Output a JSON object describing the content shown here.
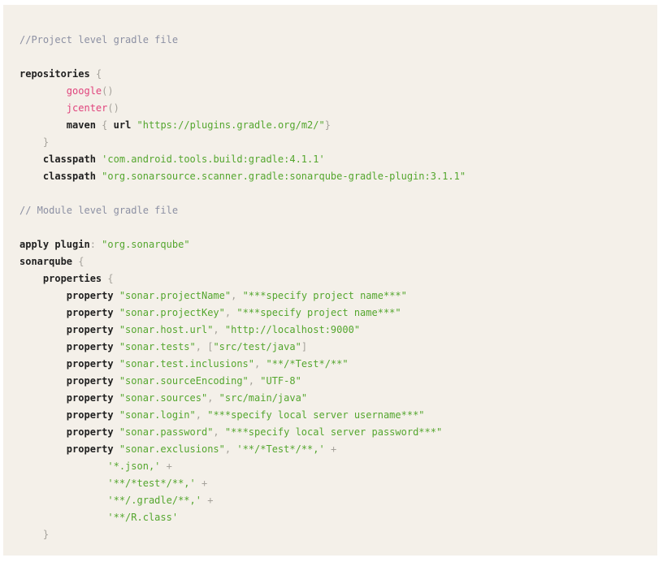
{
  "code_block": {
    "page_background": "#ffffff",
    "background": "#f4f0e9",
    "colors": {
      "plain": "#2b2b2b",
      "keyword": "#1f1f1f",
      "string": "#54a62e",
      "function": "#e0437c",
      "punct": "#a5a29b",
      "comment": "#8c90a3"
    },
    "lines": [
      [
        {
          "c": "comment",
          "t": "//Project level gradle file"
        }
      ],
      [],
      [
        {
          "c": "keyword",
          "t": "repositories"
        },
        {
          "c": "plain",
          "t": " "
        },
        {
          "c": "punct",
          "t": "{"
        }
      ],
      [
        {
          "c": "plain",
          "t": "        "
        },
        {
          "c": "function",
          "t": "google"
        },
        {
          "c": "punct",
          "t": "()"
        }
      ],
      [
        {
          "c": "plain",
          "t": "        "
        },
        {
          "c": "function",
          "t": "jcenter"
        },
        {
          "c": "punct",
          "t": "()"
        }
      ],
      [
        {
          "c": "plain",
          "t": "        "
        },
        {
          "c": "keyword",
          "t": "maven"
        },
        {
          "c": "plain",
          "t": " "
        },
        {
          "c": "punct",
          "t": "{"
        },
        {
          "c": "plain",
          "t": " "
        },
        {
          "c": "keyword",
          "t": "url"
        },
        {
          "c": "plain",
          "t": " "
        },
        {
          "c": "string",
          "t": "\"https://plugins.gradle.org/m2/\""
        },
        {
          "c": "punct",
          "t": "}"
        }
      ],
      [
        {
          "c": "plain",
          "t": "    "
        },
        {
          "c": "punct",
          "t": "}"
        }
      ],
      [
        {
          "c": "plain",
          "t": "    "
        },
        {
          "c": "keyword",
          "t": "classpath"
        },
        {
          "c": "plain",
          "t": " "
        },
        {
          "c": "string",
          "t": "'com.android.tools.build:gradle:4.1.1'"
        }
      ],
      [
        {
          "c": "plain",
          "t": "    "
        },
        {
          "c": "keyword",
          "t": "classpath"
        },
        {
          "c": "plain",
          "t": " "
        },
        {
          "c": "string",
          "t": "\"org.sonarsource.scanner.gradle:sonarqube-gradle-plugin:3.1.1\""
        }
      ],
      [],
      [
        {
          "c": "comment",
          "t": "// Module level gradle file"
        }
      ],
      [],
      [
        {
          "c": "keyword",
          "t": "apply plugin"
        },
        {
          "c": "punct",
          "t": ":"
        },
        {
          "c": "plain",
          "t": " "
        },
        {
          "c": "string",
          "t": "\"org.sonarqube\""
        }
      ],
      [
        {
          "c": "keyword",
          "t": "sonarqube"
        },
        {
          "c": "plain",
          "t": " "
        },
        {
          "c": "punct",
          "t": "{"
        }
      ],
      [
        {
          "c": "plain",
          "t": "    "
        },
        {
          "c": "keyword",
          "t": "properties"
        },
        {
          "c": "plain",
          "t": " "
        },
        {
          "c": "punct",
          "t": "{"
        }
      ],
      [
        {
          "c": "plain",
          "t": "        "
        },
        {
          "c": "keyword",
          "t": "property"
        },
        {
          "c": "plain",
          "t": " "
        },
        {
          "c": "string",
          "t": "\"sonar.projectName\""
        },
        {
          "c": "punct",
          "t": ","
        },
        {
          "c": "plain",
          "t": " "
        },
        {
          "c": "string",
          "t": "\"***specify project name***\""
        }
      ],
      [
        {
          "c": "plain",
          "t": "        "
        },
        {
          "c": "keyword",
          "t": "property"
        },
        {
          "c": "plain",
          "t": " "
        },
        {
          "c": "string",
          "t": "\"sonar.projectKey\""
        },
        {
          "c": "punct",
          "t": ","
        },
        {
          "c": "plain",
          "t": " "
        },
        {
          "c": "string",
          "t": "\"***specify project name***\""
        }
      ],
      [
        {
          "c": "plain",
          "t": "        "
        },
        {
          "c": "keyword",
          "t": "property"
        },
        {
          "c": "plain",
          "t": " "
        },
        {
          "c": "string",
          "t": "\"sonar.host.url\""
        },
        {
          "c": "punct",
          "t": ","
        },
        {
          "c": "plain",
          "t": " "
        },
        {
          "c": "string",
          "t": "\"http://localhost:9000\""
        }
      ],
      [
        {
          "c": "plain",
          "t": "        "
        },
        {
          "c": "keyword",
          "t": "property"
        },
        {
          "c": "plain",
          "t": " "
        },
        {
          "c": "string",
          "t": "\"sonar.tests\""
        },
        {
          "c": "punct",
          "t": ","
        },
        {
          "c": "plain",
          "t": " "
        },
        {
          "c": "punct",
          "t": "["
        },
        {
          "c": "string",
          "t": "\"src/test/java\""
        },
        {
          "c": "punct",
          "t": "]"
        }
      ],
      [
        {
          "c": "plain",
          "t": "        "
        },
        {
          "c": "keyword",
          "t": "property"
        },
        {
          "c": "plain",
          "t": " "
        },
        {
          "c": "string",
          "t": "\"sonar.test.inclusions\""
        },
        {
          "c": "punct",
          "t": ","
        },
        {
          "c": "plain",
          "t": " "
        },
        {
          "c": "string",
          "t": "\"**/*Test*/**\""
        }
      ],
      [
        {
          "c": "plain",
          "t": "        "
        },
        {
          "c": "keyword",
          "t": "property"
        },
        {
          "c": "plain",
          "t": " "
        },
        {
          "c": "string",
          "t": "\"sonar.sourceEncoding\""
        },
        {
          "c": "punct",
          "t": ","
        },
        {
          "c": "plain",
          "t": " "
        },
        {
          "c": "string",
          "t": "\"UTF-8\""
        }
      ],
      [
        {
          "c": "plain",
          "t": "        "
        },
        {
          "c": "keyword",
          "t": "property"
        },
        {
          "c": "plain",
          "t": " "
        },
        {
          "c": "string",
          "t": "\"sonar.sources\""
        },
        {
          "c": "punct",
          "t": ","
        },
        {
          "c": "plain",
          "t": " "
        },
        {
          "c": "string",
          "t": "\"src/main/java\""
        }
      ],
      [
        {
          "c": "plain",
          "t": "        "
        },
        {
          "c": "keyword",
          "t": "property"
        },
        {
          "c": "plain",
          "t": " "
        },
        {
          "c": "string",
          "t": "\"sonar.login\""
        },
        {
          "c": "punct",
          "t": ","
        },
        {
          "c": "plain",
          "t": " "
        },
        {
          "c": "string",
          "t": "\"***specify local server username***\""
        }
      ],
      [
        {
          "c": "plain",
          "t": "        "
        },
        {
          "c": "keyword",
          "t": "property"
        },
        {
          "c": "plain",
          "t": " "
        },
        {
          "c": "string",
          "t": "\"sonar.password\""
        },
        {
          "c": "punct",
          "t": ","
        },
        {
          "c": "plain",
          "t": " "
        },
        {
          "c": "string",
          "t": "\"***specify local server password***\""
        }
      ],
      [
        {
          "c": "plain",
          "t": "        "
        },
        {
          "c": "keyword",
          "t": "property"
        },
        {
          "c": "plain",
          "t": " "
        },
        {
          "c": "string",
          "t": "\"sonar.exclusions\""
        },
        {
          "c": "punct",
          "t": ","
        },
        {
          "c": "plain",
          "t": " "
        },
        {
          "c": "string",
          "t": "'**/*Test*/**,'"
        },
        {
          "c": "plain",
          "t": " "
        },
        {
          "c": "punct",
          "t": "+"
        }
      ],
      [
        {
          "c": "plain",
          "t": "               "
        },
        {
          "c": "string",
          "t": "'*.json,'"
        },
        {
          "c": "plain",
          "t": " "
        },
        {
          "c": "punct",
          "t": "+"
        }
      ],
      [
        {
          "c": "plain",
          "t": "               "
        },
        {
          "c": "string",
          "t": "'**/*test*/**,'"
        },
        {
          "c": "plain",
          "t": " "
        },
        {
          "c": "punct",
          "t": "+"
        }
      ],
      [
        {
          "c": "plain",
          "t": "               "
        },
        {
          "c": "string",
          "t": "'**/.gradle/**,'"
        },
        {
          "c": "plain",
          "t": " "
        },
        {
          "c": "punct",
          "t": "+"
        }
      ],
      [
        {
          "c": "plain",
          "t": "               "
        },
        {
          "c": "string",
          "t": "'**/R.class'"
        }
      ],
      [
        {
          "c": "plain",
          "t": "    "
        },
        {
          "c": "punct",
          "t": "}"
        }
      ]
    ]
  }
}
